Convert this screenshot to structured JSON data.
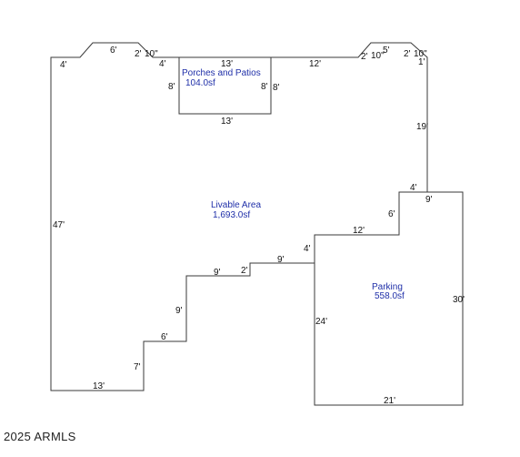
{
  "areas": {
    "livable": {
      "name": "Livable Area",
      "size": "1,693.0sf"
    },
    "porches": {
      "name": "Porches and Patios",
      "size": "104.0sf"
    },
    "parking": {
      "name": "Parking",
      "size": "558.0sf"
    }
  },
  "dimensions": {
    "left_top_4": "4'",
    "bay1_6": "6'",
    "bay1_2": "2'",
    "bay1_10": "10\"",
    "porch_4": "4'",
    "porch_top_13": "13'",
    "porch_left_8": "8'",
    "porch_inner_8": "8'",
    "porch_right_8": "8'",
    "porch_bottom_13": "13'",
    "top_12": "12'",
    "bay2_2a": "2'",
    "bay2_10a": "10\"",
    "bay2_5": "5'",
    "bay2_2b": "2'",
    "bay2_10b": "10\"",
    "right_1": "1'",
    "right_19": "19'",
    "notch_4": "4'",
    "notch_6": "6'",
    "garage_top_9": "9'",
    "garage_right_30": "30'",
    "garage_bottom_21": "21'",
    "garage_left_24": "24'",
    "step_12": "12'",
    "step_4": "4'",
    "step_9a": "9'",
    "step_2": "2'",
    "step_9b": "9'",
    "step_9c": "9'",
    "step_6": "6'",
    "step_7": "7'",
    "bottom_13": "13'",
    "left_47": "47'"
  },
  "copyright": "2025 ARMLS"
}
